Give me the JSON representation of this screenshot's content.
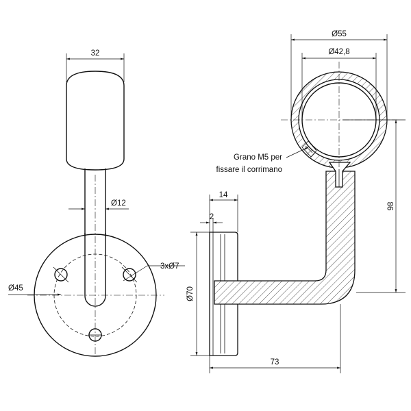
{
  "drawing": {
    "left_view": {
      "width_dim": "32",
      "tube_dim": "Ø12",
      "holes_dim": "3xØ7",
      "bolt_circle_dim": "Ø45"
    },
    "right_view": {
      "ring_outer_dim": "Ø55",
      "ring_inner_dim": "Ø42,8",
      "grub_screw_note_line1": "Grano M5 per",
      "grub_screw_note_line2": "fissare il corrimano",
      "plate_depth_dim": "14",
      "plate_thickness_dim": "2",
      "flange_dim": "Ø70",
      "projection_dim": "73",
      "height_dim": "98"
    }
  }
}
